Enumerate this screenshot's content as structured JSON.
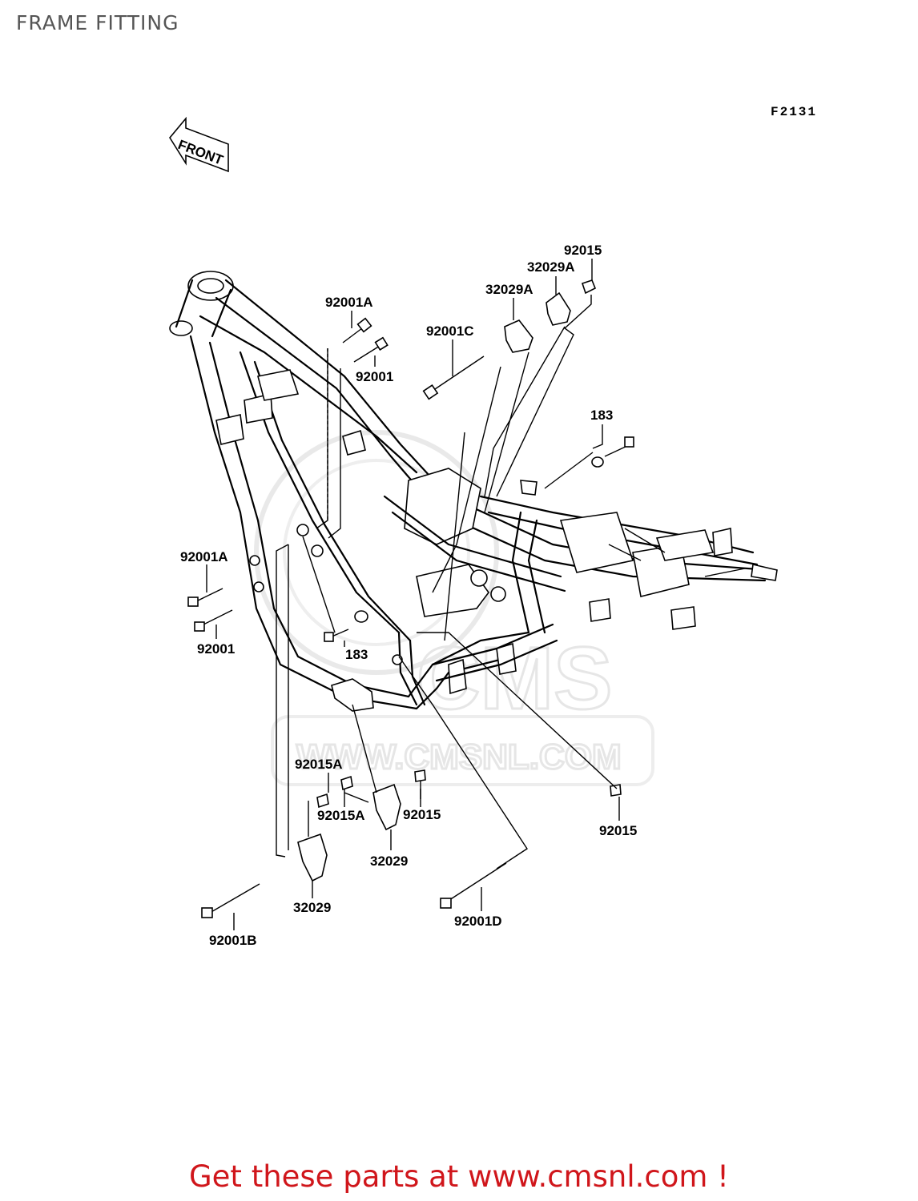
{
  "page": {
    "title": "FRAME FITTING"
  },
  "figure": {
    "code": "F2131",
    "front_label": "FRONT"
  },
  "watermark": {
    "text": "WWW.CMSNL.COM",
    "logo": "CMS"
  },
  "callouts": [
    "92015",
    "32029A",
    "32029A",
    "92001A",
    "92001C",
    "92001",
    "183",
    "92001A",
    "92001",
    "183",
    "92015A",
    "92015A",
    "92015",
    "32029",
    "32029",
    "92015",
    "92001D",
    "92001B"
  ],
  "footer": {
    "banner": "Get these parts at www.cmsnl.com !"
  },
  "colors": {
    "banner": "#d0161b",
    "title": "#555555",
    "lines": "#000000",
    "watermark": "#e6e6e6"
  }
}
